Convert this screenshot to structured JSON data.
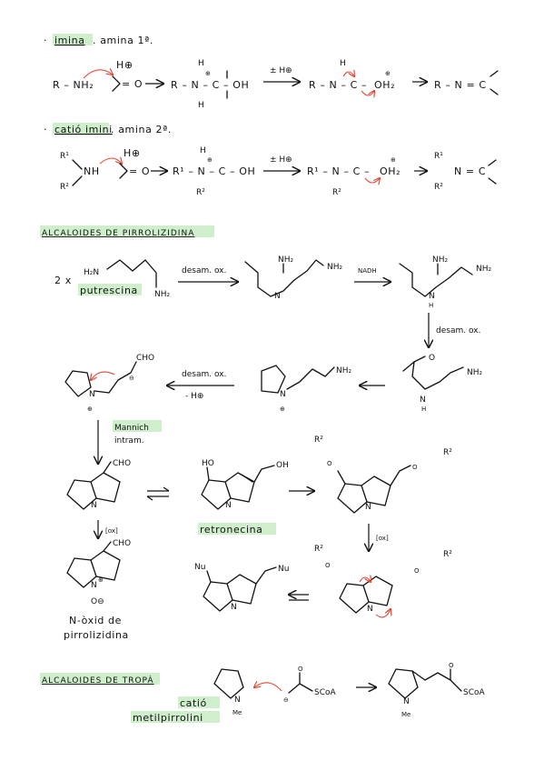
{
  "sections": {
    "imina": {
      "bullet": "·",
      "title": "imina",
      "subtitle": ". amina 1ª."
    },
    "cation": {
      "bullet": "·",
      "title": "catió imini",
      "subtitle": ". amina 2ª."
    },
    "pirrolizidina": {
      "title": "ALCALOIDES DE PIRROLIZIDINA"
    },
    "tropa": {
      "title": "ALCALOIDES DE TROPÀ"
    }
  },
  "scheme1": {
    "r_nh2": "R – NH₂",
    "h_plus": "H⊕",
    "carbonyl": "= O",
    "intermediate": "R – N – C – OH",
    "step": "± H⊕",
    "oh2": "OH₂",
    "product": "R – N = C",
    "h": "H",
    "plus": "⊕"
  },
  "scheme2": {
    "r1": "R¹",
    "r2": "R²",
    "nh": "NH",
    "h_plus": "H⊕",
    "carbonyl": "= O",
    "intermediate": "R¹ – N – C – OH",
    "step": "± H⊕",
    "oh2": "OH₂",
    "product": "N = C",
    "h": "H",
    "plus": "⊕"
  },
  "pirrolizidina": {
    "multiplier": "2 x",
    "nh2": "NH₂",
    "h2n": "H₂N",
    "putrescina": "putrescina",
    "desam_ox": "desam. ox.",
    "nadh": "NADH",
    "desam_ox_2": "desam. ox.",
    "desam_ox_3": "desam. ox.",
    "minus_h": "- H⊕",
    "n": "N",
    "nh": "N",
    "h": "H",
    "o": "O",
    "cho": "CHO",
    "mannich": "Mannich",
    "intram": "intram.",
    "ho": "HO",
    "oh": "OH",
    "retronecina": "retronecina",
    "ox": "[ox]",
    "ox_2": "[ox]",
    "n_oxid_1": "N-òxid de",
    "n_oxid_2": "pirrolizidina",
    "r2": "R²",
    "nu": "Nu",
    "o_minus": "O⊖"
  },
  "tropa": {
    "cation_1": "catió",
    "cation_2": "metilpirrolini",
    "n": "N",
    "me": "Me",
    "scoa": "SCoA",
    "minus": "⊖",
    "o": "O"
  }
}
